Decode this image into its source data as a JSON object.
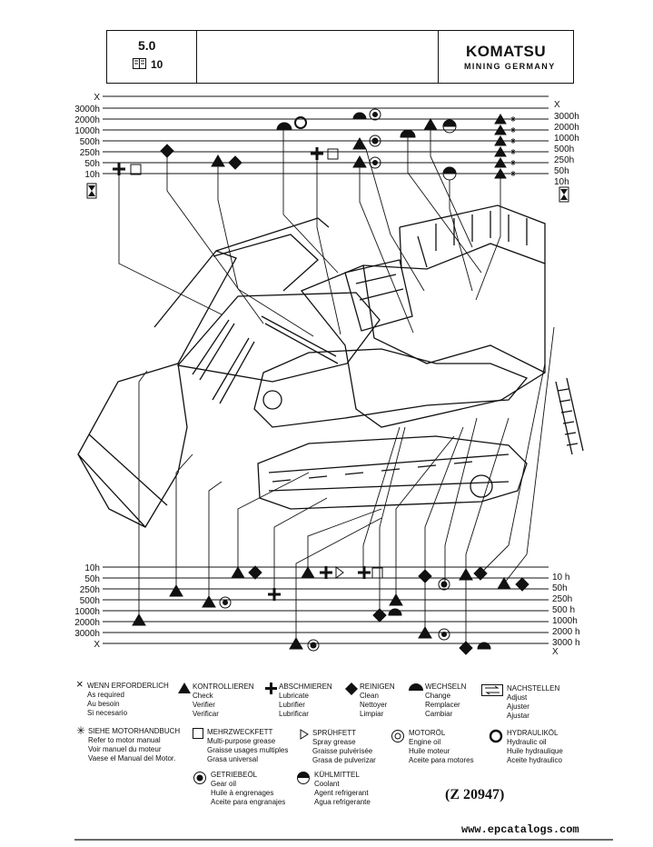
{
  "header": {
    "section": "5.0",
    "page": "10",
    "brand": "KOMATSU",
    "brand_sub": "MINING GERMANY"
  },
  "intervals": {
    "left": [
      "X",
      "3000h",
      "2000h",
      "1000h",
      "500h",
      "250h",
      "50h",
      "10h"
    ],
    "right": [
      "X",
      "3000h",
      "2000h",
      "1000h",
      "500h",
      "250h",
      "50h",
      "10h"
    ],
    "bottom_left": [
      "10h",
      "50h",
      "250h",
      "500h",
      "1000h",
      "2000h",
      "3000h",
      "X"
    ],
    "bottom_right": [
      "10 h",
      "50h",
      "250h",
      "500 h",
      "1000h",
      "2000 h",
      "3000 h",
      "X"
    ]
  },
  "legend": {
    "as_required": [
      "WENN ERFORDERLICH",
      "As required",
      "Au besoin",
      "Si necesario"
    ],
    "check": [
      "KONTROLLIEREN",
      "Check",
      "Verifier",
      "Verificar"
    ],
    "lubricate": [
      "ABSCHMIEREN",
      "Lubricate",
      "Lubrifier",
      "Lubrificar"
    ],
    "clean": [
      "REINIGEN",
      "Clean",
      "Nettoyer",
      "Limpiar"
    ],
    "change": [
      "WECHSELN",
      "Change",
      "Remplacer",
      "Cambiar"
    ],
    "adjust": [
      "NACHSTELLEN",
      "Adjust",
      "Ajuster",
      "Ajustar"
    ],
    "motor_manual": [
      "SIEHE MOTORHANDBUCH",
      "Refer to motor manual",
      "Voir manuel du moteur",
      "Vaese el Manual del Motor."
    ],
    "multipurpose": [
      "MEHRZWECKFETT",
      "Multi-purpose grease",
      "Graisse usages multiples",
      "Grasa universal"
    ],
    "spray": [
      "SPRÜHFETT",
      "Spray grease",
      "Graisse pulvérisée",
      "Grasa de pulverizar"
    ],
    "engine_oil": [
      "MOTORÖL",
      "Engine oil",
      "Huile moteur",
      "Aceite para motores"
    ],
    "hydraulic_oil": [
      "HYDRAULIKÖL",
      "Hydraulic oil",
      "Huile hydraulique",
      "Aceite hydraulico"
    ],
    "gear_oil": [
      "GETRIEBEÖL",
      "Gear oil",
      "Huile à engrenages",
      "Aceite para engranajes"
    ],
    "coolant": [
      "KÜHLMITTEL",
      "Coolant",
      "Agent refrigerant",
      "Agua refrigerante"
    ]
  },
  "doc_number": "(Z 20947)",
  "watermark": "www.epcatalogs.com"
}
